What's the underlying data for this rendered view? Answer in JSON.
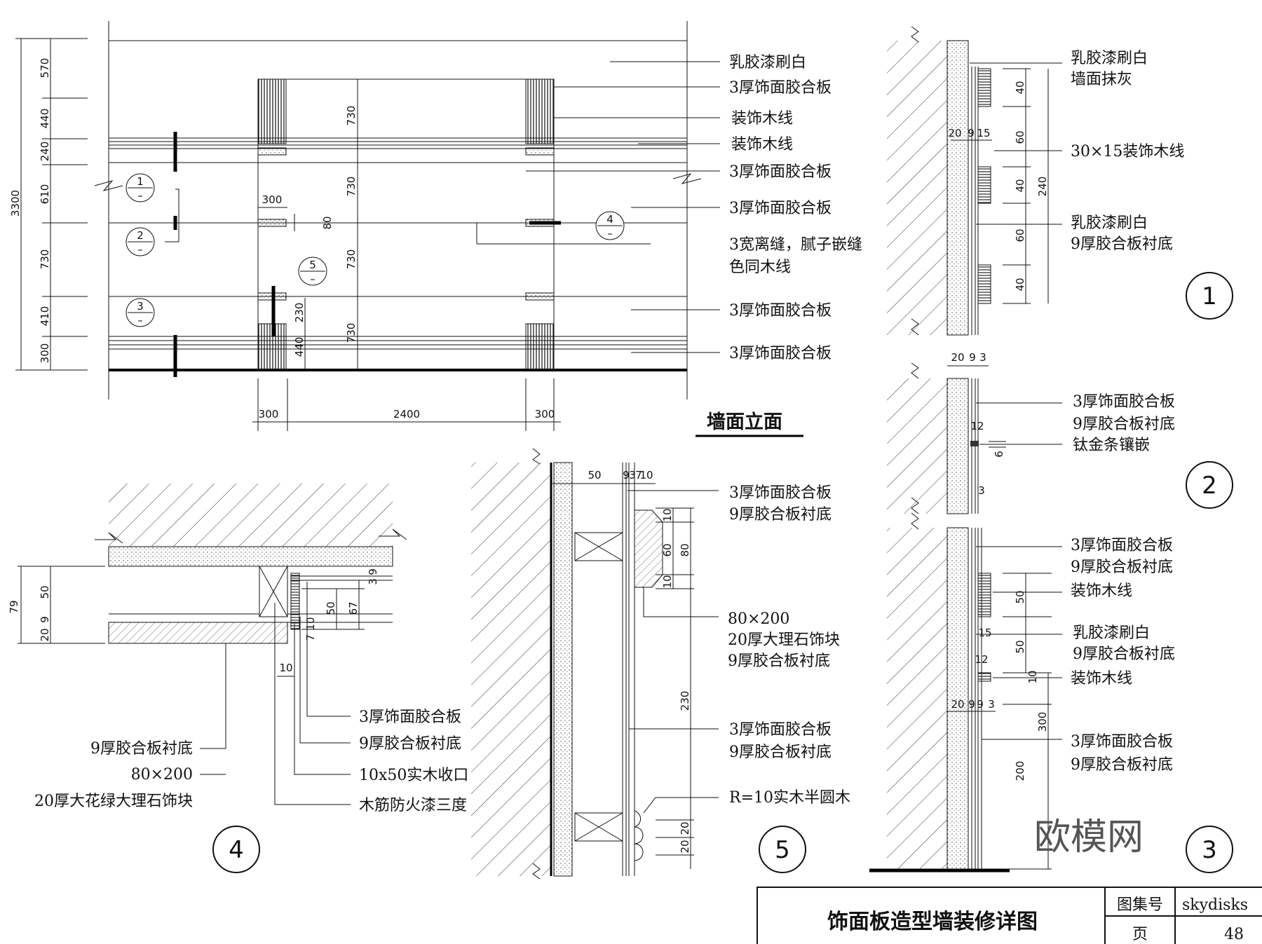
{
  "elevation": {
    "title": "墙面立面",
    "labels": [
      "乳胶漆刷白",
      "3厚饰面胶合板",
      "装饰木线",
      "装饰木线",
      "3厚饰面胶合板",
      "3厚饰面胶合板",
      "3宽离缝，腻子嵌缝",
      "色同木线",
      "3厚饰面胶合板",
      "3厚饰面胶合板"
    ],
    "left_dims": [
      "570",
      "440",
      "240",
      "610",
      "730",
      "410",
      "300"
    ],
    "total_dim": "3300",
    "inner_dims": [
      "730",
      "730",
      "730",
      "730"
    ],
    "bottom_dims": [
      "300",
      "2400",
      "300"
    ],
    "misc_dims": [
      "300",
      "80",
      "230",
      "440"
    ],
    "markers": [
      {
        "num": "1",
        "sub": "–"
      },
      {
        "num": "2",
        "sub": "–"
      },
      {
        "num": "3",
        "sub": "–"
      },
      {
        "num": "4",
        "sub": "–"
      },
      {
        "num": "5",
        "sub": "–"
      }
    ]
  },
  "detail1": {
    "num": "1",
    "labels": [
      "乳胶漆刷白",
      "墙面抹灰",
      "30×15装饰木线",
      "乳胶漆刷白",
      "9厚胶合板衬底"
    ],
    "dims": [
      "20",
      "9",
      "15",
      "40",
      "60",
      "40",
      "60",
      "40",
      "240"
    ]
  },
  "detail2": {
    "num": "2",
    "labels": [
      "3厚饰面胶合板",
      "9厚胶合板衬底",
      "钛金条镶嵌"
    ],
    "dims": [
      "20",
      "9",
      "3",
      "12",
      "6",
      "3"
    ]
  },
  "detail3": {
    "num": "3",
    "labels": [
      "3厚饰面胶合板",
      "9厚胶合板衬底",
      "装饰木线",
      "乳胶漆刷白",
      "9厚胶合板衬底",
      "装饰木线",
      "3厚饰面胶合板",
      "9厚胶合板衬底"
    ],
    "dims": [
      "50",
      "15",
      "50",
      "12",
      "10",
      "20",
      "9",
      "9",
      "3",
      "300",
      "200"
    ]
  },
  "detail4": {
    "num": "4",
    "labels": [
      "3厚饰面胶合板",
      "9厚胶合板衬底",
      "9厚胶合板衬底",
      "10x50实木收口",
      "80×200",
      "20厚大花绿大理石饰块",
      "木筋防火漆三度"
    ],
    "dims": [
      "79",
      "50",
      "20",
      "9",
      "50",
      "67",
      "3",
      "9",
      "10",
      "7",
      "10"
    ]
  },
  "detail5": {
    "num": "5",
    "labels": [
      "3厚饰面胶合板",
      "9厚胶合板衬底",
      "80×200",
      "20厚大理石饰块",
      "9厚胶合板衬底",
      "3厚饰面胶合板",
      "9厚胶合板衬底",
      "R=10实木半圆木"
    ],
    "dims": [
      "50",
      "9",
      "3",
      "7",
      "10",
      "10",
      "60",
      "80",
      "10",
      "230",
      "20",
      "20"
    ]
  },
  "title_block": {
    "title": "饰面板造型墙装修详图",
    "set_label": "图集号",
    "set_value": "skydisks",
    "page_label": "页",
    "page_value": "48"
  },
  "watermark": {
    "text": "欧模网"
  }
}
